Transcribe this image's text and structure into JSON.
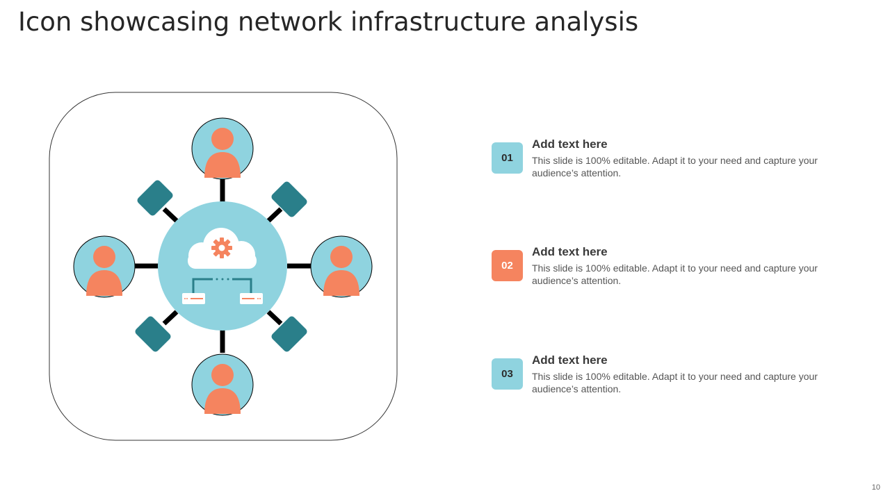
{
  "slide": {
    "title": "Icon showcasing network infrastructure analysis",
    "page_number": "10"
  },
  "colors": {
    "teal_light": "#8fd3df",
    "teal_dark": "#2a7f8a",
    "orange": "#f5845f",
    "line": "#000000"
  },
  "diagram": {
    "center_icon": "cloud-gear-network-icon",
    "user_icon": "user-icon",
    "device_icon": "device-node-icon"
  },
  "items": [
    {
      "number": "01",
      "heading": "Add text here",
      "body": "This slide is 100% editable. Adapt it to your need and capture your audience’s attention.",
      "color": "#8fd3df"
    },
    {
      "number": "02",
      "heading": "Add text here",
      "body": "This slide is 100% editable. Adapt it to your need and capture your audience’s attention.",
      "color": "#f5845f"
    },
    {
      "number": "03",
      "heading": "Add text here",
      "body": "This slide is 100% editable. Adapt it to your need and capture your audience’s attention.",
      "color": "#8fd3df"
    }
  ]
}
